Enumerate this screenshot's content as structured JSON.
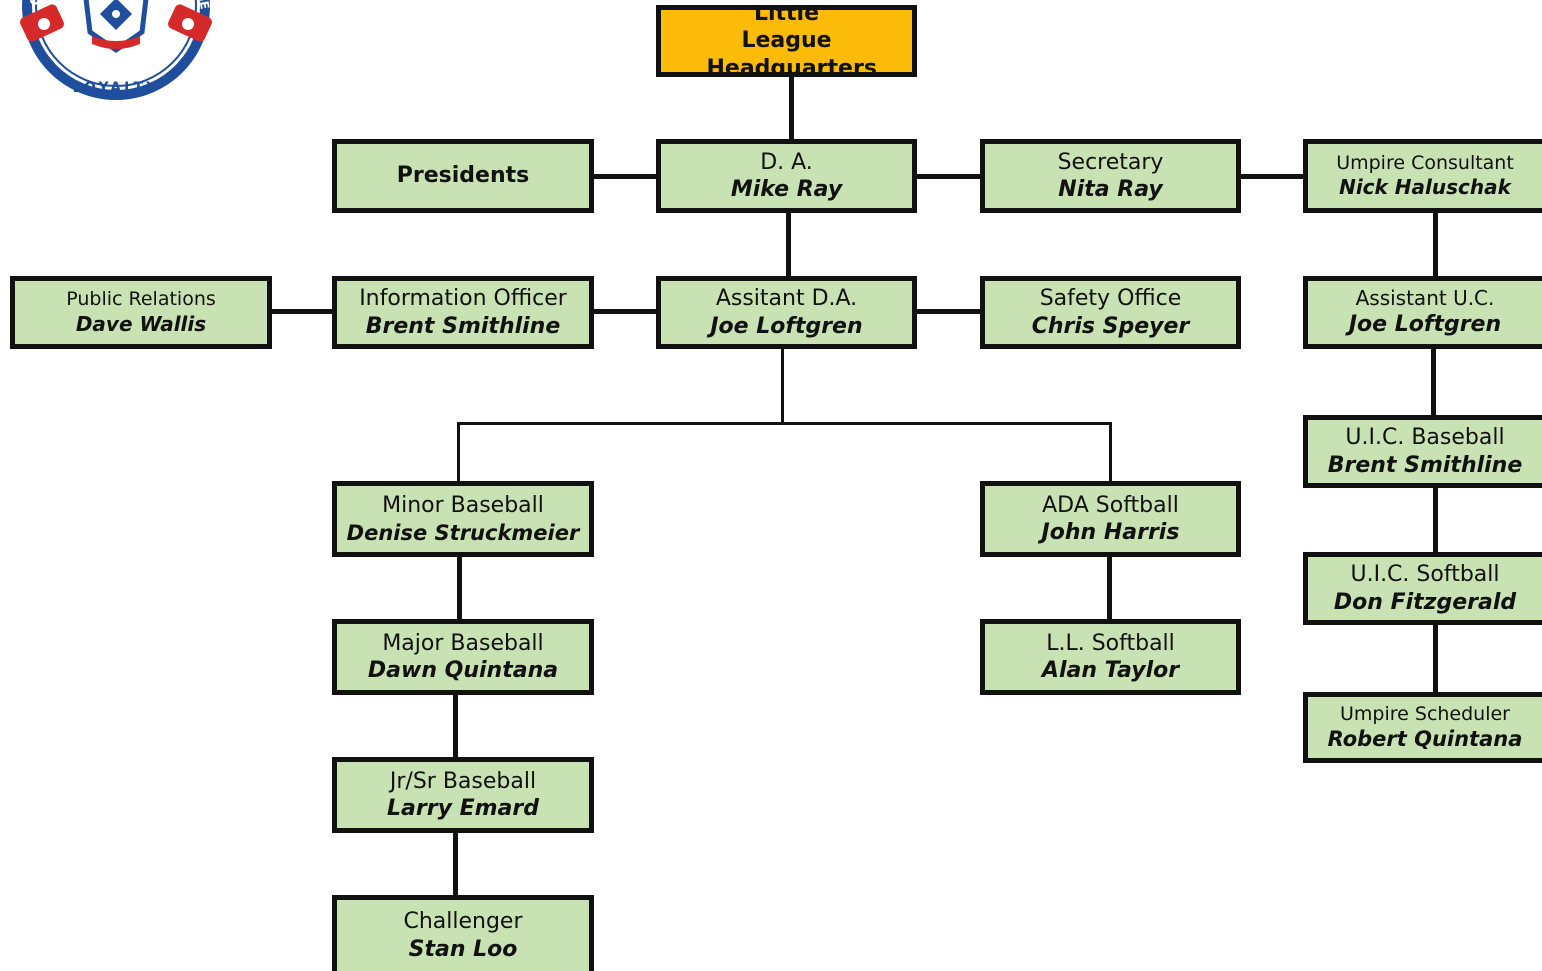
{
  "logo": {
    "word_left": "CH",
    "word_right": "GE",
    "motto": "LOYALTY",
    "brand_colors": {
      "blue": "#1f4e9c",
      "red": "#d42a2a"
    }
  },
  "nodes": {
    "hq": {
      "title": "Little League Headquarters",
      "name": ""
    },
    "presidents": {
      "title": "Presidents",
      "name": ""
    },
    "da": {
      "title": "D. A.",
      "name": "Mike Ray"
    },
    "secretary": {
      "title": "Secretary",
      "name": "Nita Ray"
    },
    "umpire_consultant": {
      "title": "Umpire Consultant",
      "name": "Nick Haluschak"
    },
    "public_relations": {
      "title": "Public Relations",
      "name": "Dave Wallis"
    },
    "information_officer": {
      "title": "Information Officer",
      "name": "Brent Smithline"
    },
    "assistant_da": {
      "title": "Assitant D.A.",
      "name": "Joe Loftgren"
    },
    "safety_office": {
      "title": "Safety Office",
      "name": "Chris Speyer"
    },
    "assistant_uc": {
      "title": "Assistant U.C.",
      "name": "Joe Loftgren"
    },
    "uic_baseball": {
      "title": "U.I.C. Baseball",
      "name": "Brent Smithline"
    },
    "minor_baseball": {
      "title": "Minor Baseball",
      "name": "Denise Struckmeier"
    },
    "ada_softball": {
      "title": "ADA Softball",
      "name": "John Harris"
    },
    "uic_softball": {
      "title": "U.I.C. Softball",
      "name": "Don Fitzgerald"
    },
    "major_baseball": {
      "title": "Major Baseball",
      "name": "Dawn Quintana"
    },
    "ll_softball": {
      "title": "L.L. Softball",
      "name": "Alan Taylor"
    },
    "umpire_scheduler": {
      "title": "Umpire Scheduler",
      "name": "Robert Quintana"
    },
    "jrsr_baseball": {
      "title": "Jr/Sr Baseball",
      "name": "Larry Emard"
    },
    "challenger": {
      "title": "Challenger",
      "name": "Stan Loo"
    }
  },
  "colors": {
    "box_fill": "#c9e2b4",
    "hq_fill": "#fbbb08",
    "border": "#111111"
  }
}
